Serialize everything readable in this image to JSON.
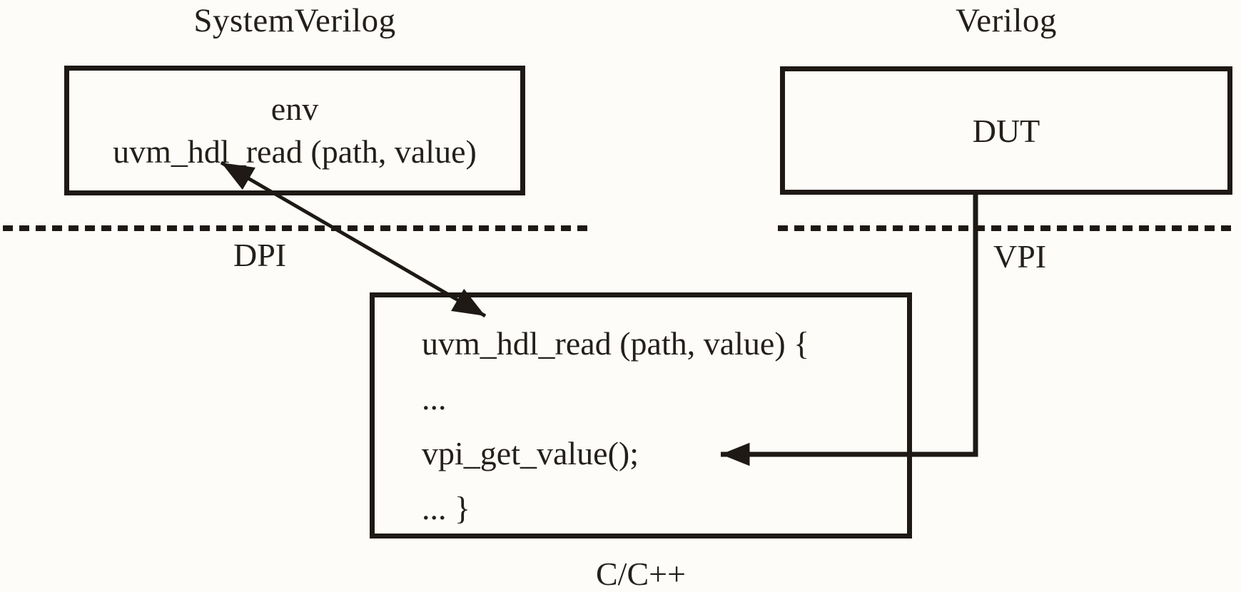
{
  "canvas": {
    "bg_color": "#fdfcf9",
    "ink_color": "#1e1914"
  },
  "systemverilog": {
    "title": "SystemVerilog",
    "env_box": {
      "line1": "env",
      "line2": "uvm_hdl_read (path, value)"
    }
  },
  "verilog": {
    "title": "Verilog",
    "dut_box": {
      "label": "DUT"
    }
  },
  "boundary": {
    "dpi_label": "DPI",
    "vpi_label": "VPI"
  },
  "c": {
    "box_lines": [
      "uvm_hdl_read (path, value) {",
      "...",
      "vpi_get_value();",
      "... }"
    ],
    "caption": "C/C++"
  }
}
